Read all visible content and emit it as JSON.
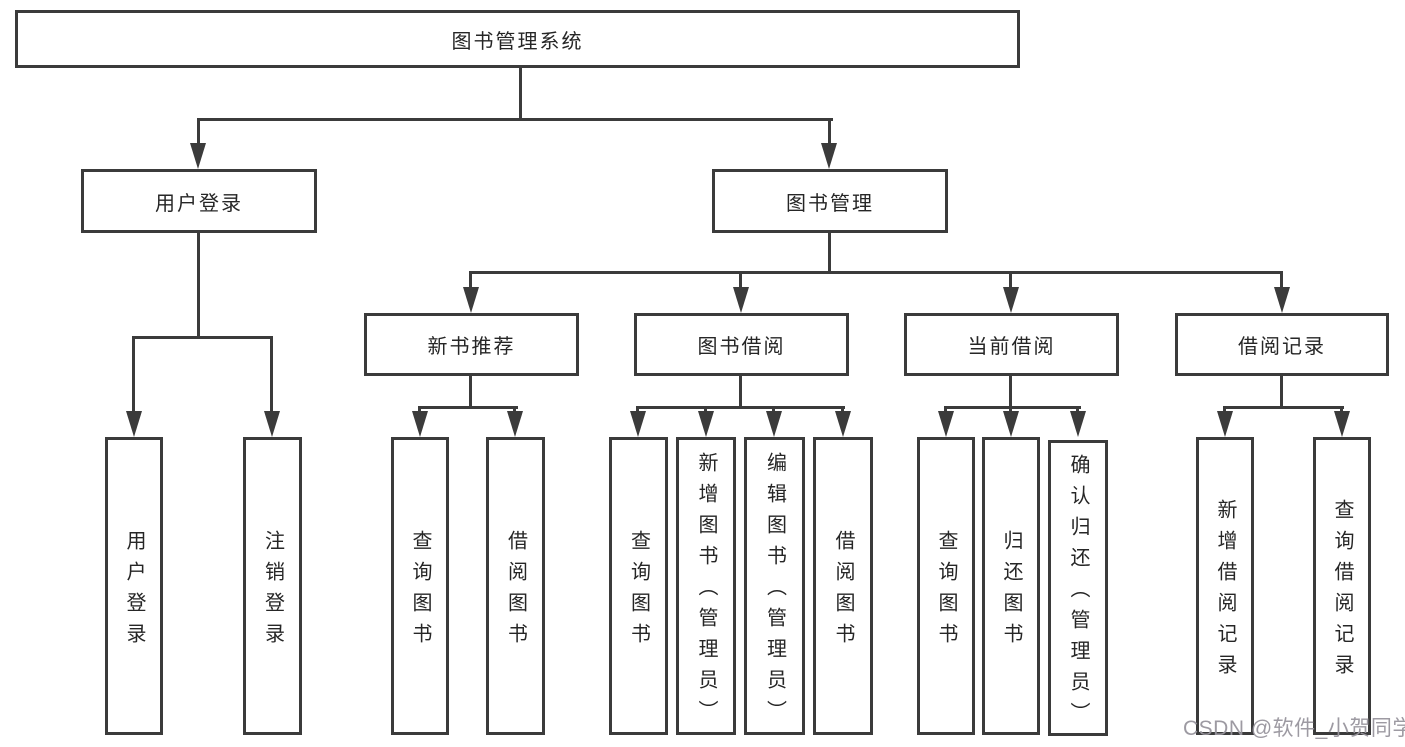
{
  "watermark": "CSDN @软件_小贺同学",
  "colors": {
    "line": "#3b3b3b",
    "text": "#262626",
    "watermark": "#98959d",
    "background": "#ffffff"
  },
  "tree": {
    "root": "图书管理系统",
    "branches": [
      {
        "label": "用户登录",
        "leaves": [
          "用户登录",
          "注销登录"
        ]
      },
      {
        "label": "图书管理",
        "groups": [
          {
            "label": "新书推荐",
            "leaves": [
              "查询图书",
              "借阅图书"
            ]
          },
          {
            "label": "图书借阅",
            "leaves": [
              "查询图书",
              "新增图书（管理员）",
              "编辑图书（管理员）",
              "借阅图书"
            ]
          },
          {
            "label": "当前借阅",
            "leaves": [
              "查询图书",
              "归还图书",
              "确认归还（管理员）"
            ]
          },
          {
            "label": "借阅记录",
            "leaves": [
              "新增借阅记录",
              "查询借阅记录"
            ]
          }
        ]
      }
    ]
  }
}
